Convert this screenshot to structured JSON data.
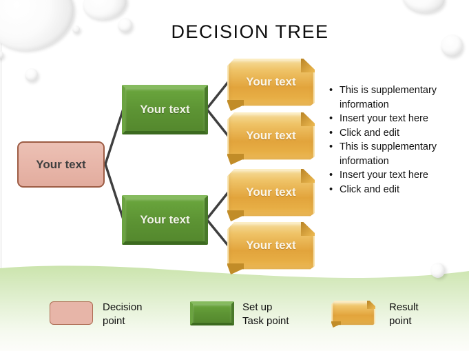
{
  "slide": {
    "title": "DECISION TREE"
  },
  "tree": {
    "root": {
      "label": "Your text"
    },
    "branches": [
      {
        "label": "Your text"
      },
      {
        "label": "Your text"
      }
    ],
    "leaves": [
      {
        "label": "Your text"
      },
      {
        "label": "Your text"
      },
      {
        "label": "Your text"
      },
      {
        "label": "Your text"
      }
    ]
  },
  "notes": {
    "items": [
      "This is supplementary information",
      "Insert your text here",
      "Click and edit",
      "This is supplementary information",
      "Insert your text here",
      "Click and edit"
    ]
  },
  "legend": {
    "items": [
      {
        "name": "decision-point",
        "line1": "Decision",
        "line2": "point"
      },
      {
        "name": "setup-task-point",
        "line1": "Set up",
        "line2": "Task point"
      },
      {
        "name": "result-point",
        "line1": "Result",
        "line2": "point"
      }
    ]
  },
  "colors": {
    "decision_fill": "#e7b5a8",
    "decision_border": "#9d5c44",
    "task_fill": "#5d9434",
    "result_fill": "#e7ae45",
    "connector": "#3f3f3f",
    "wave_green": "#cbe4ad",
    "title_color": "#0d0d0d"
  }
}
